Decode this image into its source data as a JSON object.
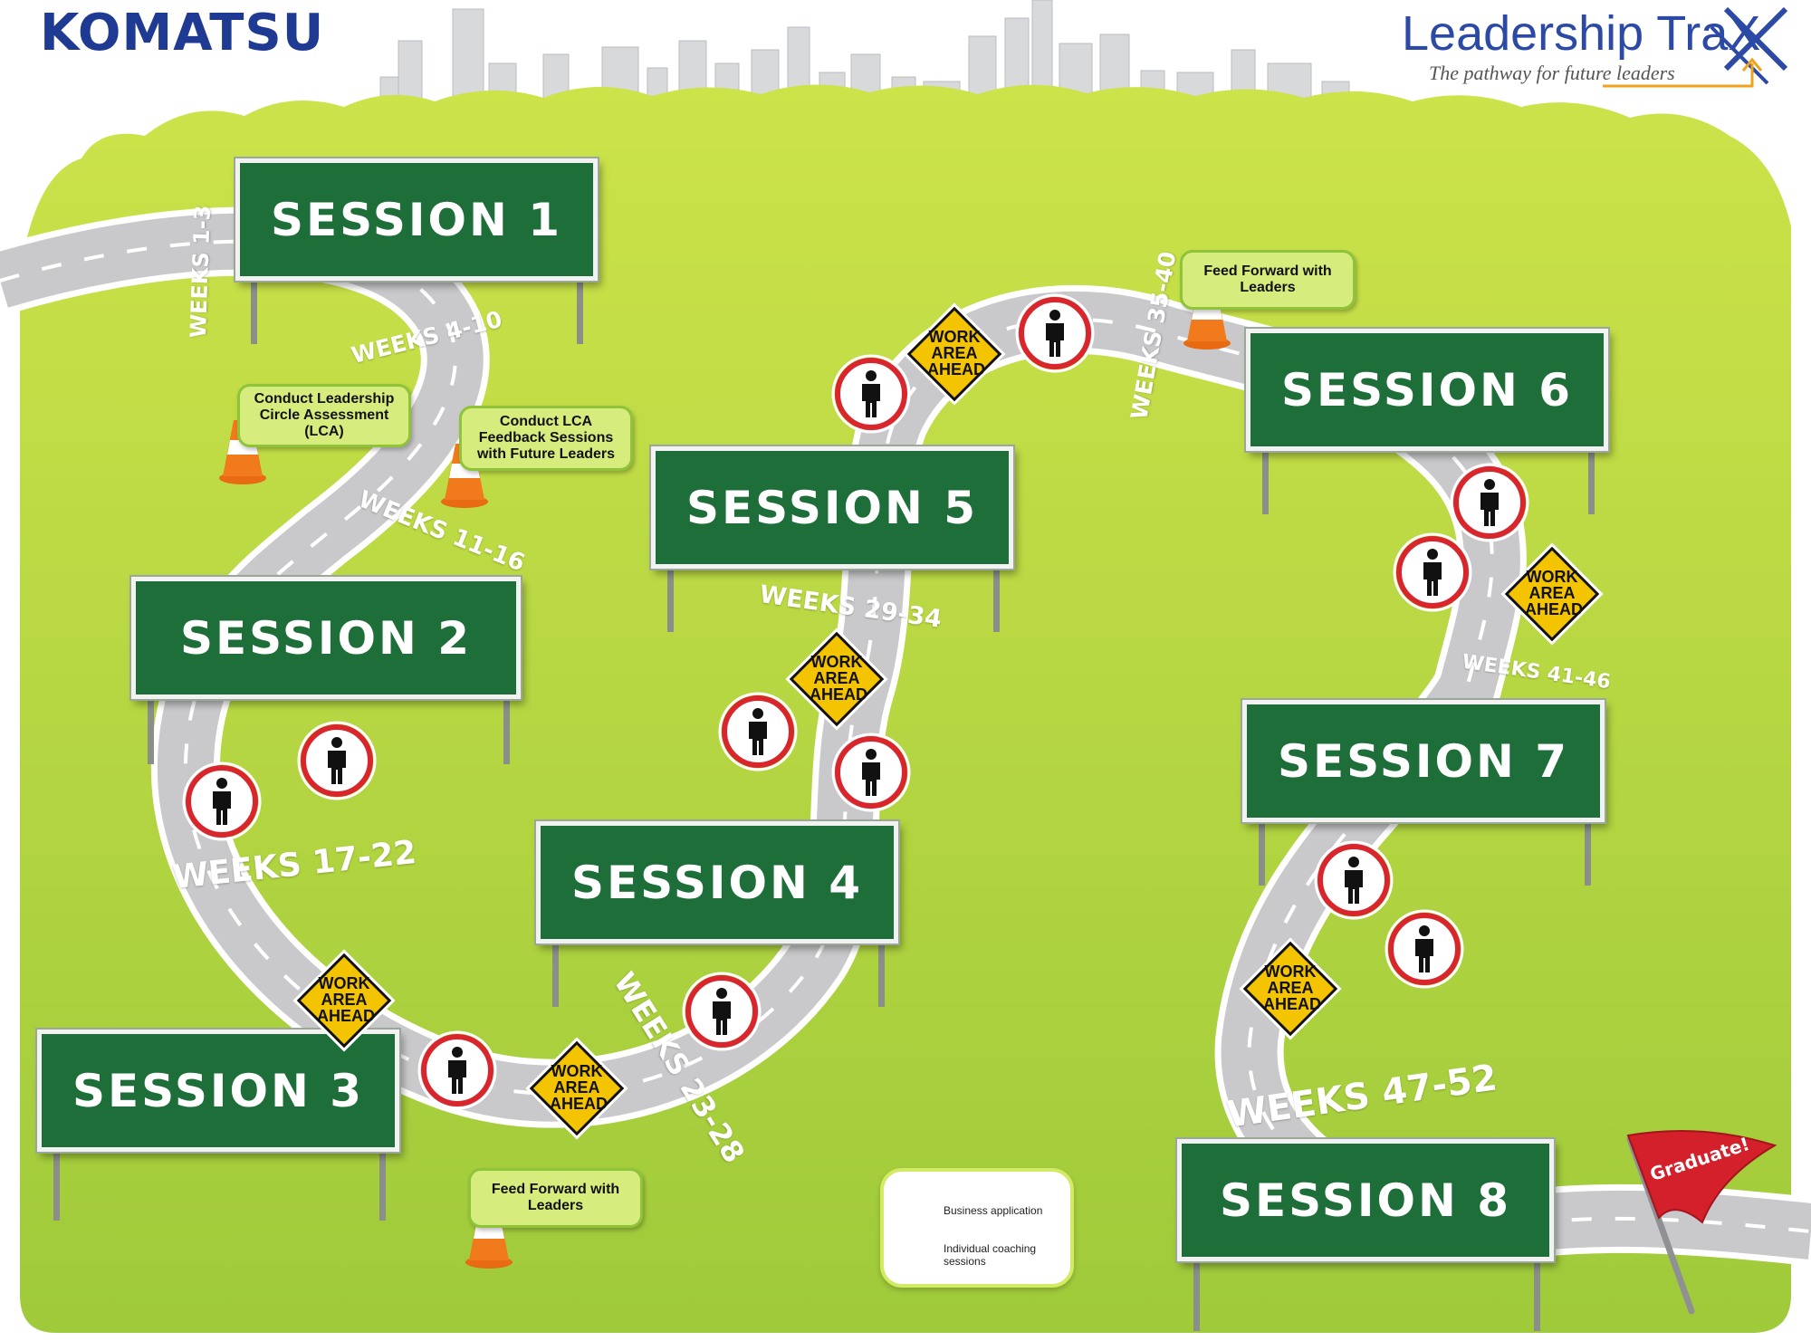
{
  "header": {
    "company_logo": "KOMATSU",
    "program_title": "Leadership TraX",
    "program_tagline": "The pathway for future leaders"
  },
  "sessions": [
    "SESSION 1",
    "SESSION 2",
    "SESSION 3",
    "SESSION 4",
    "SESSION 5",
    "SESSION 6",
    "SESSION 7",
    "SESSION 8"
  ],
  "weeks": [
    "WEEKS 1-3",
    "WEEKS 4-10",
    "WEEKS 11-16",
    "WEEKS 17-22",
    "WEEKS 23-28",
    "WEEKS 29-34",
    "WEEKS 35-40",
    "WEEKS 41-46",
    "WEEKS 47-52"
  ],
  "milestones": {
    "lca": "Conduct Leadership Circle Assessment (LCA)",
    "lca_feedback": "Conduct LCA Feedback Sessions with Future Leaders",
    "feed_forward_1": "Feed Forward with Leaders",
    "feed_forward_2": "Feed Forward with Leaders"
  },
  "work_sign": "WORK AREA AHEAD",
  "legend": {
    "business": "Business application",
    "coaching": "Individual coaching sessions"
  },
  "finish_flag": "Graduate!",
  "colors": {
    "road": "#c9c9cb",
    "grass": "#b0d437",
    "sign_green": "#1e6e39",
    "warning_yellow": "#f5c400",
    "coaching_red": "#d9262c",
    "flag_red": "#d4202b",
    "brand_blue": "#2c4aa5",
    "brand_orange": "#f0a21d"
  }
}
